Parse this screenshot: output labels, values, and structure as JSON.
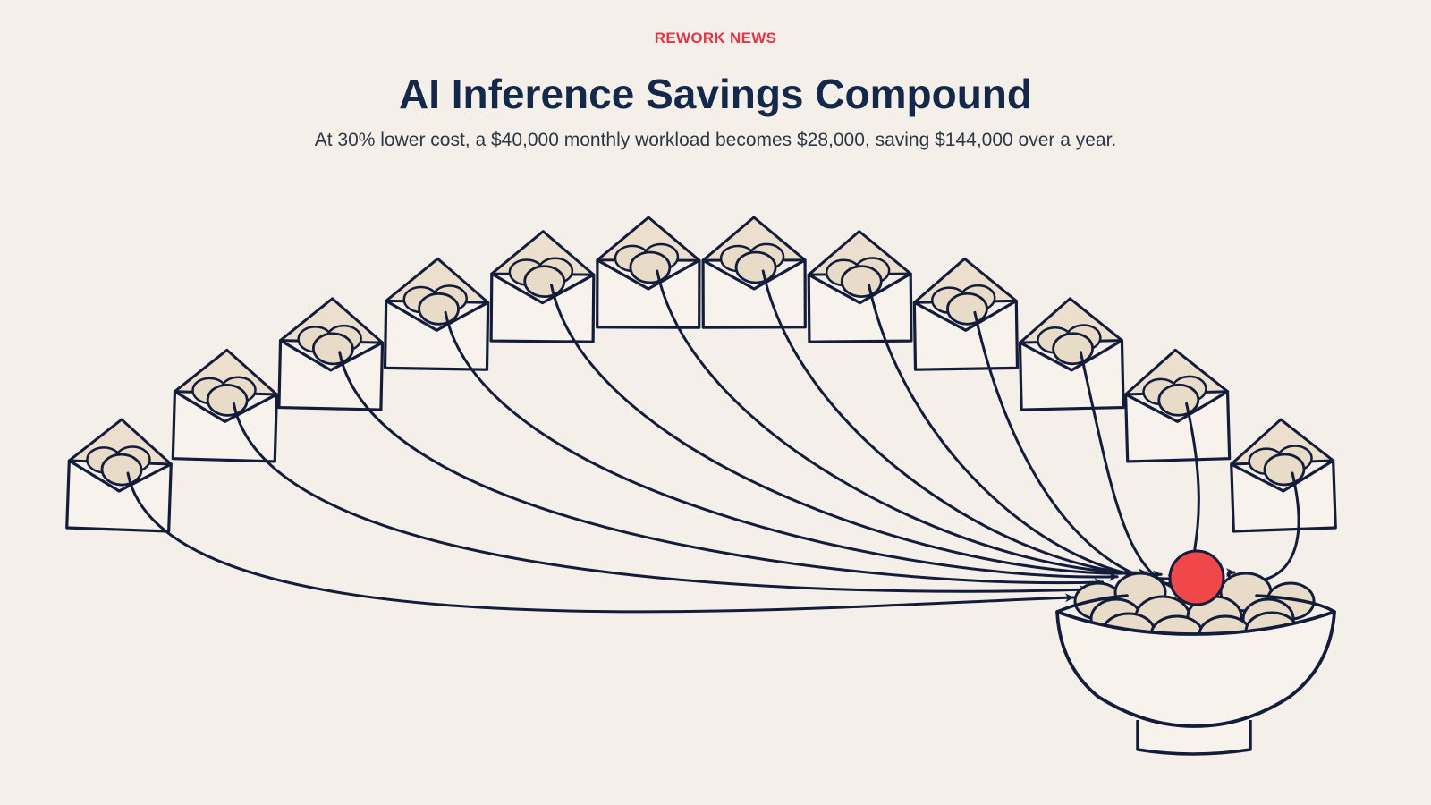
{
  "header": {
    "kicker": "REWORK NEWS",
    "title": "AI Inference Savings Compound",
    "subtitle": "At 30% lower cost, a $40,000 monthly workload becomes $28,000, saving $144,000 over a year."
  },
  "illustration": {
    "envelope_count": 12,
    "colors": {
      "background": "#f4f0e9",
      "ink": "#131c3a",
      "coin": "#e8dcc8",
      "envelope_inner": "#ecdfcd",
      "accent_coin": "#f0484a",
      "kicker": "#e0364a",
      "title": "#13284a"
    }
  }
}
